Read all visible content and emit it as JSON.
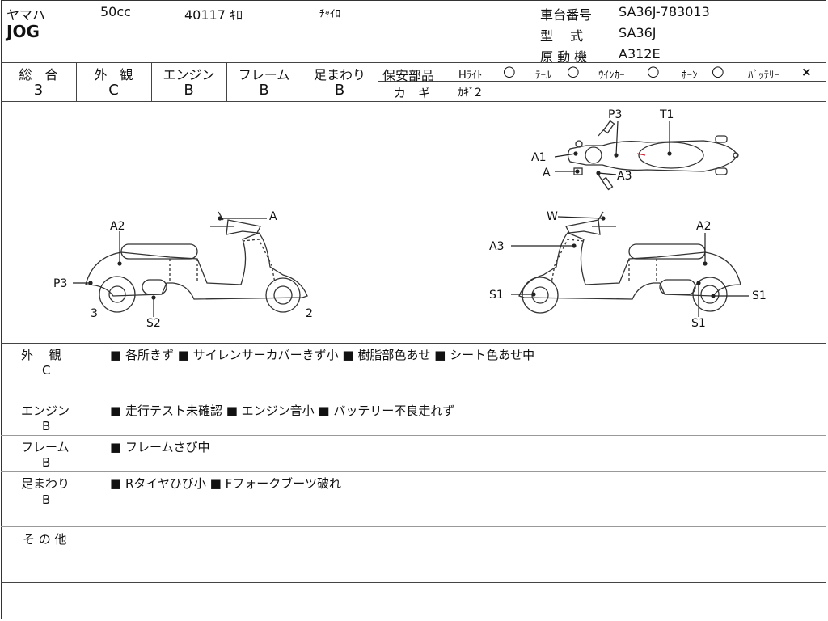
{
  "header": {
    "maker": "ヤマハ",
    "cc": "50cc",
    "mileage": "40117 ｷﾛ",
    "color": "ﾁｬｲﾛ",
    "model": "JOG",
    "frame_no_label": "車台番号",
    "frame_no": "SA36J-783013",
    "type_label": "型　 式",
    "type": "SA36J",
    "engine_label": "原 動 機",
    "engine": "A312E"
  },
  "grades": [
    {
      "label": "総　合",
      "value": "3"
    },
    {
      "label": "外　観",
      "value": "C"
    },
    {
      "label": "エンジン",
      "value": "B"
    },
    {
      "label": "フレーム",
      "value": "B"
    },
    {
      "label": "足まわり",
      "value": "B"
    }
  ],
  "safety": {
    "label": "保安部品",
    "items": [
      {
        "label": "Hﾗｲﾄ",
        "mark": "○"
      },
      {
        "label": "ﾃｰﾙ",
        "mark": "○"
      },
      {
        "label": "ｳｲﾝｶｰ",
        "mark": "○"
      },
      {
        "label": "ﾎｰﾝ",
        "mark": "○"
      },
      {
        "label": "ﾊﾞｯﾃﾘｰ",
        "mark": "×"
      }
    ],
    "key_label": "カ　ギ",
    "key_value": "ｶｷﾞ2"
  },
  "diagram": {
    "top": {
      "P3": "P3",
      "T1": "T1",
      "A1": "A1",
      "A": "A",
      "A3": "A3"
    },
    "left": {
      "A2": "A2",
      "A": "A",
      "P3": "P3",
      "S2": "S2",
      "n3": "3",
      "n2": "2"
    },
    "right": {
      "W": "W",
      "A2": "A2",
      "A3": "A3",
      "S1a": "S1",
      "S1b": "S1",
      "S1c": "S1"
    }
  },
  "notes": [
    {
      "label": "外　 観",
      "grade": "C",
      "text": "■ 各所きず ■ サイレンサーカバーきず小 ■ 樹脂部色あせ ■ シート色あせ中"
    },
    {
      "label": "エンジン",
      "grade": "B",
      "text": "■ 走行テスト未確認 ■ エンジン音小 ■ バッテリー不良走れず"
    },
    {
      "label": "フレーム",
      "grade": "B",
      "text": "■ フレームさび中"
    },
    {
      "label": "足まわり",
      "grade": "B",
      "text": "■ Rタイヤひび小 ■ Fフォークブーツ破れ"
    },
    {
      "label": "そ の 他",
      "grade": "",
      "text": ""
    }
  ]
}
